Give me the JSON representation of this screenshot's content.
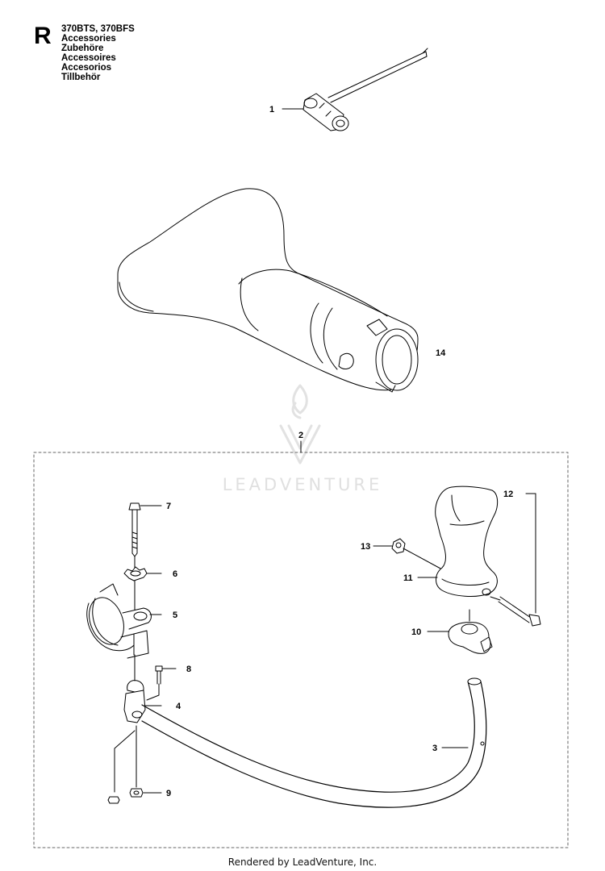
{
  "header": {
    "section_letter": "R",
    "model": "370BTS, 370BFS",
    "titles": [
      "Accessories",
      "Zubehöre",
      "Accessoires",
      "Accesorios",
      "Tillbehör"
    ]
  },
  "watermark": {
    "text": "LEADVENTURE"
  },
  "callouts": {
    "c1": "1",
    "c2": "2",
    "c3": "3",
    "c4": "4",
    "c5": "5",
    "c6": "6",
    "c7": "7",
    "c8": "8",
    "c9": "9",
    "c10": "10",
    "c11": "11",
    "c12": "12",
    "c13": "13",
    "c14": "14"
  },
  "footer": {
    "text": "Rendered by LeadVenture, Inc."
  },
  "colors": {
    "line": "#000000",
    "watermark": "#e0e0e0",
    "dash_box": "#666666"
  }
}
